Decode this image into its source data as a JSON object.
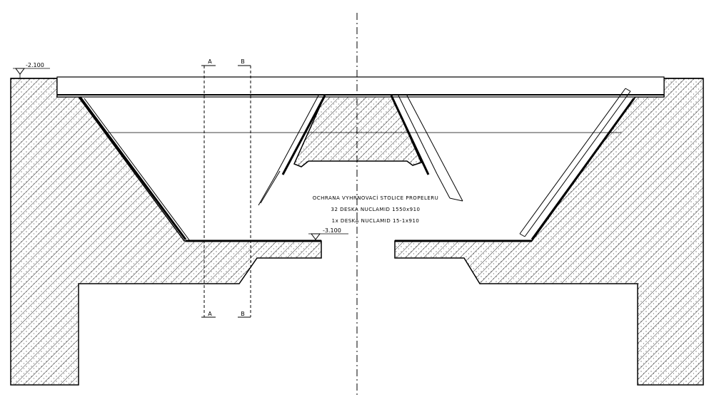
{
  "levels": {
    "top": "-2.100",
    "bottom": "-3.100"
  },
  "section_marks": {
    "a_top": "A",
    "b_top": "B",
    "a_bottom": "A",
    "b_bottom": "B"
  },
  "notes": {
    "line1": "OCHRANA VYHRNOVACÍ STOLICE PROPELERU",
    "line2": "32 DESKA NUCLAMID 1550x910",
    "line3": "1x DESKA NUCLAMID 15-1x910"
  }
}
